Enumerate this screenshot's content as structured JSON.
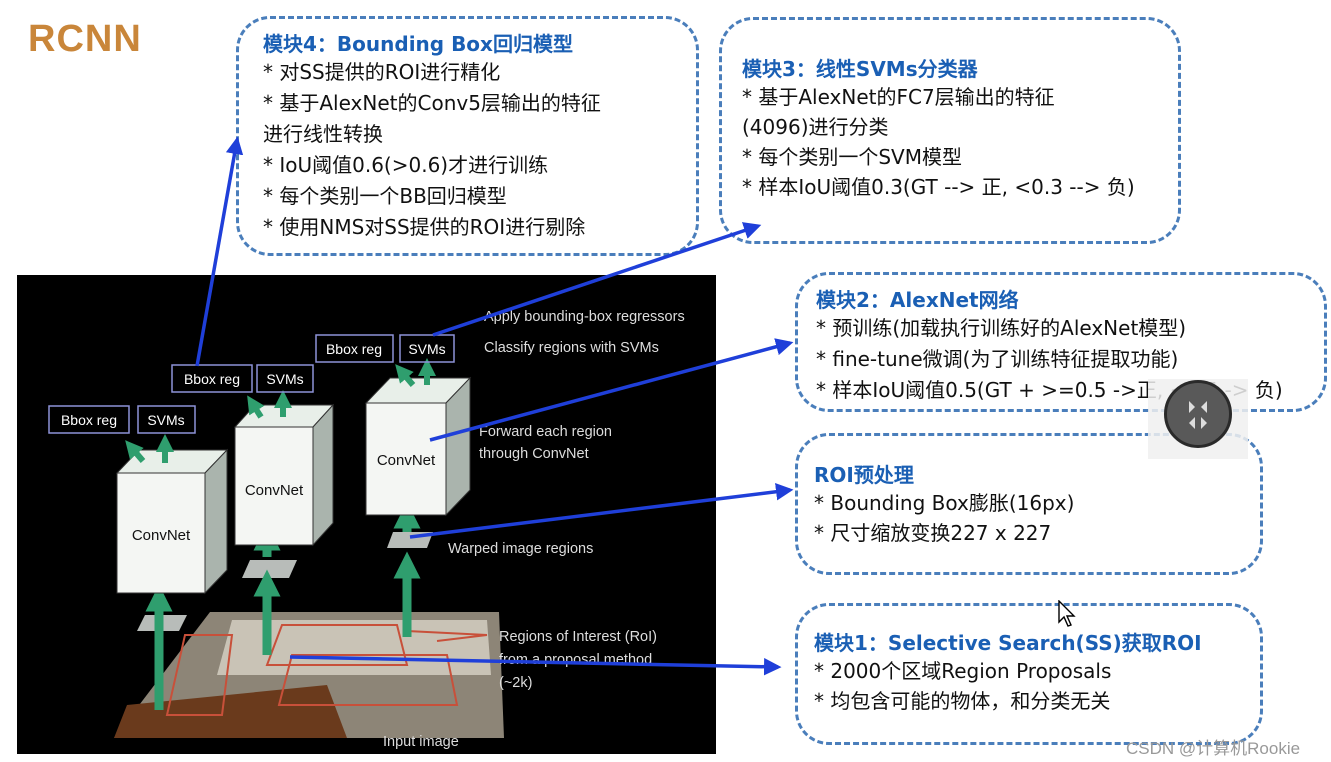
{
  "title": "RCNN",
  "modules": {
    "box4": {
      "heading": "模块4：Bounding Box回归模型",
      "lines": [
        "* 对SS提供的ROI进行精化",
        "* 基于AlexNet的Conv5层输出的特征",
        "进行线性转换",
        "* IoU阈值0.6(>0.6)才进行训练",
        "* 每个类别一个BB回归模型",
        "* 使用NMS对SS提供的ROI进行剔除"
      ]
    },
    "box3": {
      "heading": "模块3：线性SVMs分类器",
      "lines": [
        "* 基于AlexNet的FC7层输出的特征",
        "(4096)进行分类",
        "* 每个类别一个SVM模型",
        "* 样本IoU阈值0.3(GT --> 正, <0.3 --> 负)"
      ]
    },
    "box2": {
      "heading": "模块2：AlexNet网络",
      "lines": [
        "* 预训练(加载执行训练好的AlexNet模型)",
        "* fine-tune微调(为了训练特征提取功能)",
        "* 样本IoU阈值0.5(GT + >=0.5 ->正, <0.5 -> 负)"
      ]
    },
    "roi": {
      "heading": "ROI预处理",
      "lines": [
        "* Bounding Box膨胀(16px)",
        "* 尺寸缩放变换227 x 227"
      ]
    },
    "box1": {
      "heading": "模块1：Selective Search(SS)获取ROI",
      "lines": [
        "* 2000个区域Region Proposals",
        "* 均包含可能的物体，和分类无关"
      ]
    }
  },
  "figure": {
    "bbox_reg": "Bbox reg",
    "svms": "SVMs",
    "convnet": "ConvNet",
    "apply_bbox": "Apply bounding-box regressors",
    "classify": "Classify regions with SVMs",
    "forward": "Forward each region",
    "through": "through ConvNet",
    "warped": "Warped image regions",
    "roi_1": "Regions of Interest (RoI)",
    "roi_2": "from a proposal method",
    "roi_3": "(~2k)",
    "input": "Input image"
  },
  "watermark": "CSDN @计算机Rookie",
  "colors": {
    "title": "#c9863a",
    "heading": "#1a5fb4",
    "box_border": "#4a7ebb",
    "arrow": "#1f3fd9",
    "green_arrow": "#2f9e6e",
    "figure_bg": "#000000"
  }
}
